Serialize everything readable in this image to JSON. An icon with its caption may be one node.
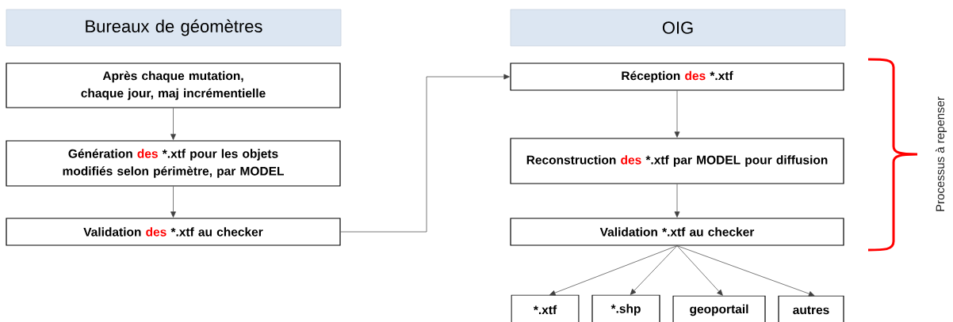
{
  "diagram": {
    "nodes": [
      {
        "text": [
          "Bureaux de géomètres"
        ]
      },
      {
        "text": [
          "OIG"
        ]
      },
      {
        "text": [
          "Après chaque mutation, chaque jour, maj incrémentielle"
        ]
      },
      {
        "text": [
          "Génération",
          "des",
          "*.xtf pour les objets modifiés selon périmètre, par MODEL"
        ]
      },
      {
        "text": [
          "Validation",
          "des",
          "*.xtf au checker"
        ]
      },
      {
        "text": [
          "Réception",
          "des",
          "*.xtf"
        ]
      },
      {
        "text": [
          "Reconstruction",
          "des",
          "*.xtf par MODEL pour diffusion"
        ]
      },
      {
        "text": [
          "Validation *.xtf au checker"
        ]
      },
      {
        "text": [
          "*.xtf"
        ]
      },
      {
        "text": [
          "*.shp"
        ]
      },
      {
        "text": [
          "geoportail"
        ]
      },
      {
        "text": [
          "autres"
        ]
      }
    ],
    "edges": [
      {
        "from": 2,
        "to": 3,
        "arrow": "to"
      },
      {
        "from": 3,
        "to": 4,
        "arrow": "to"
      },
      {
        "from": 4,
        "to": 5,
        "arrow": "to"
      },
      {
        "from": 5,
        "to": 6,
        "arrow": "to"
      },
      {
        "from": 6,
        "to": 7,
        "arrow": "to"
      },
      {
        "from": 7,
        "to": 8,
        "arrow": "to"
      },
      {
        "from": 7,
        "to": 9,
        "arrow": "to"
      },
      {
        "from": 7,
        "to": 10,
        "arrow": "to"
      },
      {
        "from": 7,
        "to": 11,
        "arrow": "to"
      }
    ],
    "labels": [
      "Processus à repenser"
    ]
  }
}
